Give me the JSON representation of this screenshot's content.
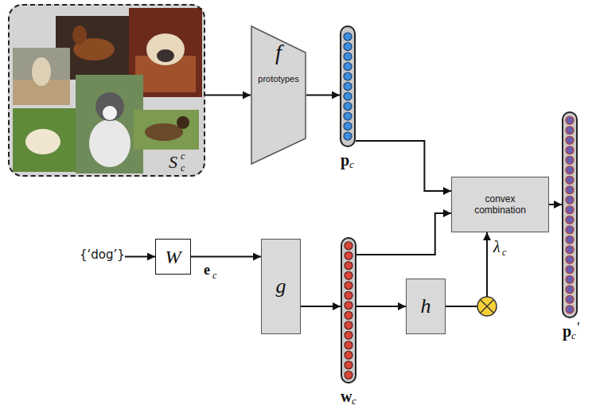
{
  "diagram": {
    "nodes": [
      {
        "text": [
          "S",
          "c",
          "c"
        ]
      },
      {
        "text": [
          "f",
          "prototypes"
        ]
      },
      {
        "text": [
          "p",
          "c"
        ]
      },
      {
        "text": [
          "convex combination"
        ]
      },
      {
        "text": [
          "p",
          "c",
          "′"
        ]
      },
      {
        "text": [
          "{‘dog’}"
        ]
      },
      {
        "text": [
          "W"
        ]
      },
      {
        "text": [
          "g"
        ]
      },
      {
        "text": [
          "w",
          "c"
        ]
      },
      {
        "text": [
          "h"
        ]
      }
    ],
    "edges": [
      {
        "from": 0,
        "to": 1,
        "arrow": "to"
      },
      {
        "from": 1,
        "to": 2,
        "arrow": "to"
      },
      {
        "from": 2,
        "to": 3,
        "arrow": "to"
      },
      {
        "from": 8,
        "to": 3,
        "arrow": "to"
      },
      {
        "from": 3,
        "to": 4,
        "arrow": "to"
      },
      {
        "from": 5,
        "to": 6,
        "arrow": "to"
      },
      {
        "from": 6,
        "to": 7,
        "arrow": "to"
      },
      {
        "from": 7,
        "to": 8,
        "arrow": "to"
      },
      {
        "from": 8,
        "to": 9,
        "arrow": "to"
      },
      {
        "from": 9,
        "to": 3,
        "arrow": "to"
      }
    ],
    "labels": [
      "e",
      "c",
      "λ",
      "c"
    ]
  }
}
